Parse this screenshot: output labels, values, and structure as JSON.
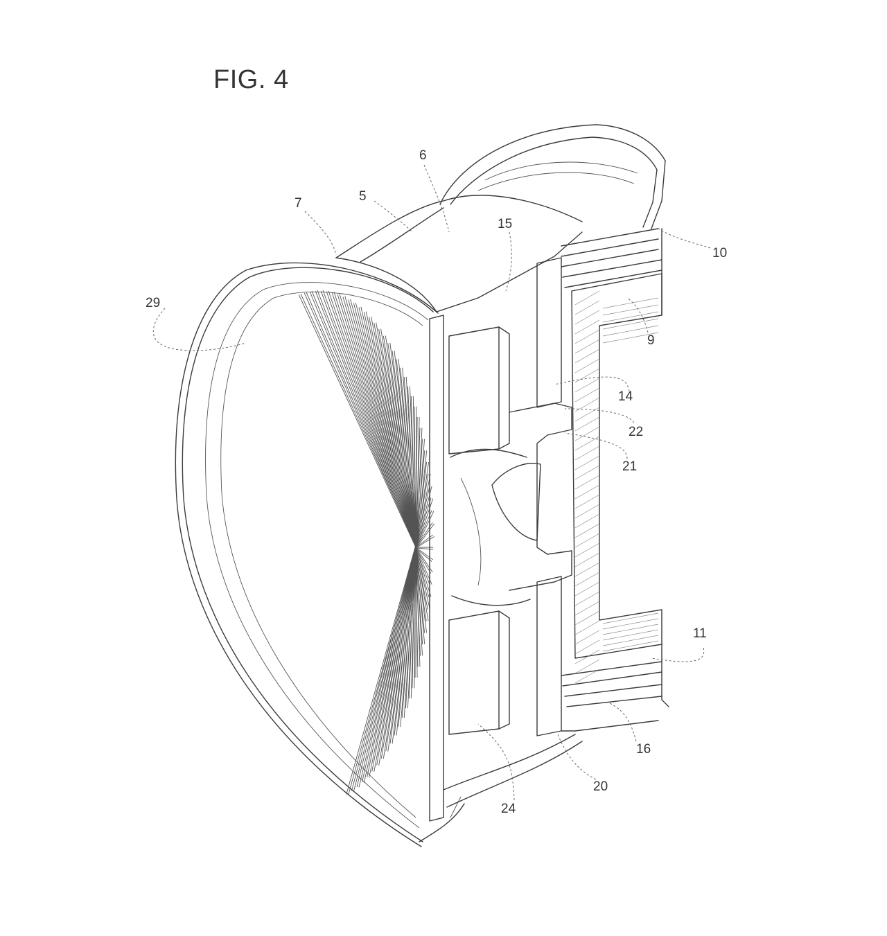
{
  "figure": {
    "title": "FIG. 4",
    "labels": [
      {
        "id": "ref-5",
        "text": "5"
      },
      {
        "id": "ref-6",
        "text": "6"
      },
      {
        "id": "ref-7",
        "text": "7"
      },
      {
        "id": "ref-9",
        "text": "9"
      },
      {
        "id": "ref-10",
        "text": "10"
      },
      {
        "id": "ref-11",
        "text": "11"
      },
      {
        "id": "ref-14",
        "text": "14"
      },
      {
        "id": "ref-15",
        "text": "15"
      },
      {
        "id": "ref-16",
        "text": "16"
      },
      {
        "id": "ref-20",
        "text": "20"
      },
      {
        "id": "ref-21",
        "text": "21"
      },
      {
        "id": "ref-22",
        "text": "22"
      },
      {
        "id": "ref-24",
        "text": "24"
      },
      {
        "id": "ref-29",
        "text": "29"
      }
    ]
  },
  "colors": {
    "line": "#3a3a3a",
    "label": "#333333",
    "background": "#ffffff"
  }
}
